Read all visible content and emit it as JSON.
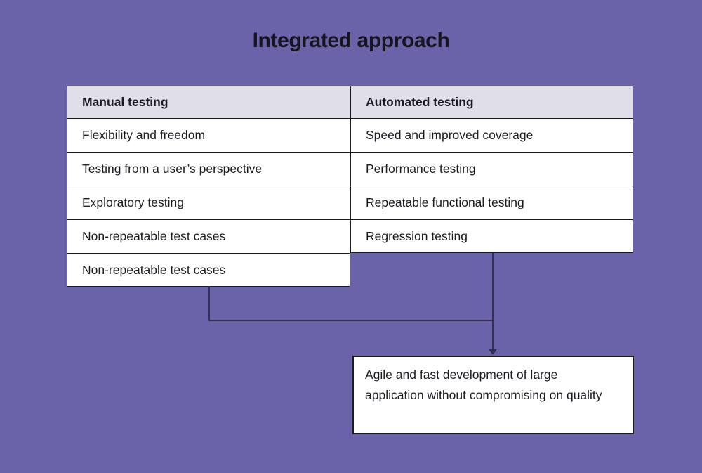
{
  "title": "Integrated approach",
  "colors": {
    "background": "#6A63A9",
    "table_header_bg": "#DFDEE9",
    "cell_bg": "#FFFFFF",
    "table_border": "#1B1B20",
    "connector_line": "#343051",
    "text": "#1C1B22"
  },
  "table": {
    "headers": [
      "Manual testing",
      "Automated testing"
    ],
    "rows": [
      [
        "Flexibility and freedom",
        "Speed and improved coverage"
      ],
      [
        "Testing from a user’s perspective",
        "Performance testing"
      ],
      [
        "Exploratory testing",
        "Repeatable functional testing"
      ],
      [
        "Non-repeatable test cases",
        "Regression testing"
      ],
      [
        "Non-repeatable test cases",
        null
      ]
    ]
  },
  "connectors": {
    "arrow_icon": "arrow-down-icon"
  },
  "result_box": {
    "text": "Agile and fast development of large application without compromising on quality"
  }
}
